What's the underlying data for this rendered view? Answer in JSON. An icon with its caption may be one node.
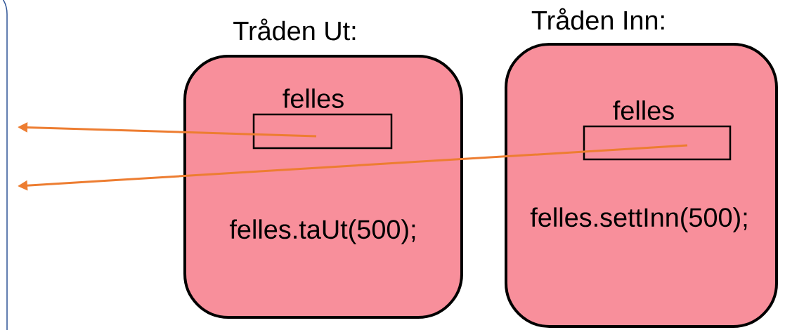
{
  "diagram": {
    "nodes": [
      {
        "text": [],
        "shape": "box"
      },
      {
        "text": [
          "Tråden Ut:",
          "felles.taUt(500);"
        ]
      },
      {
        "text": [
          "felles"
        ],
        "in": 1
      },
      {
        "text": [
          "Tråden Inn:",
          "felles.settInn(500);"
        ]
      },
      {
        "text": [
          "felles"
        ],
        "in": 3
      }
    ],
    "edges": [
      {
        "from": 2,
        "to": 0,
        "arrow": "to",
        "color": "#ed7d31"
      },
      {
        "from": 4,
        "to": 0,
        "arrow": "to",
        "color": "#ed7d31"
      }
    ]
  }
}
